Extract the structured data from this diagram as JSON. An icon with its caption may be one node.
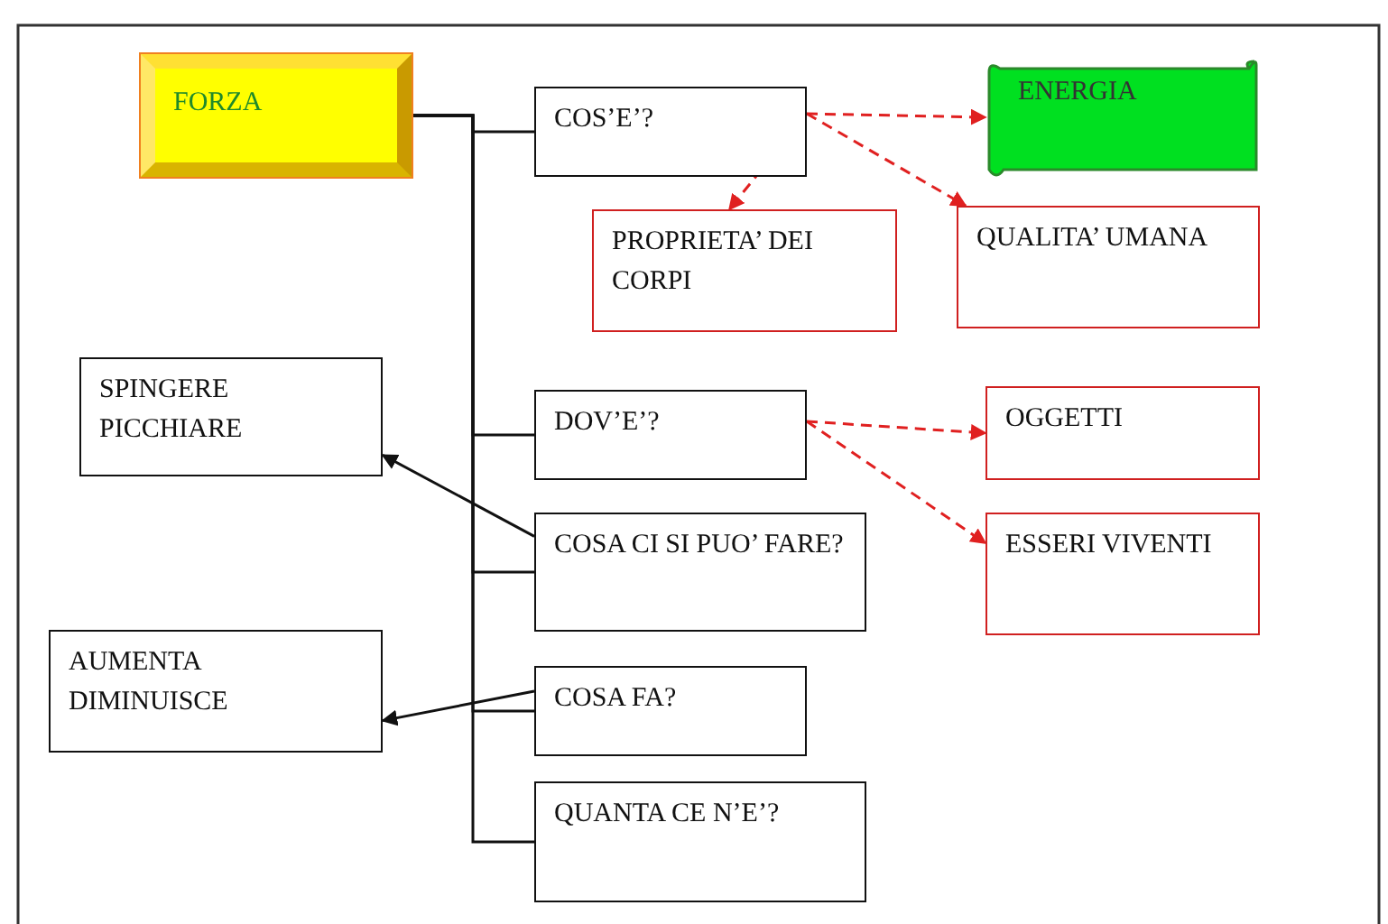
{
  "diagram": {
    "nodes": [
      {
        "text": [
          "FORZA"
        ]
      },
      {
        "text": [
          "COS’E’?"
        ]
      },
      {
        "text": [
          "ENERGIA"
        ]
      },
      {
        "text": [
          "PROPRIETA’ DEI CORPI"
        ]
      },
      {
        "text": [
          "QUALITA’ UMANA"
        ]
      },
      {
        "text": [
          "SPINGERE PICCHIARE"
        ]
      },
      {
        "text": [
          "DOV’E’?"
        ]
      },
      {
        "text": [
          "OGGETTI"
        ]
      },
      {
        "text": [
          "ESSERI VIVENTI"
        ]
      },
      {
        "text": [
          "COSA CI SI PUO’ FARE?"
        ]
      },
      {
        "text": [
          "AUMENTA DIMINUISCE"
        ]
      },
      {
        "text": [
          "COSA FA?"
        ]
      },
      {
        "text": [
          "QUANTA CE N’E’?"
        ]
      }
    ],
    "edges": [
      {
        "from": 0,
        "to": 1,
        "arrow": "none"
      },
      {
        "from": 0,
        "to": 6,
        "arrow": "none"
      },
      {
        "from": 0,
        "to": 9,
        "arrow": "none"
      },
      {
        "from": 0,
        "to": 11,
        "arrow": "none"
      },
      {
        "from": 0,
        "to": 12,
        "arrow": "none"
      },
      {
        "from": 1,
        "to": 2,
        "arrow": "to",
        "style": "dashed",
        "color": "#e02020"
      },
      {
        "from": 1,
        "to": 3,
        "arrow": "to",
        "style": "dashed",
        "color": "#e02020"
      },
      {
        "from": 1,
        "to": 4,
        "arrow": "to",
        "style": "dashed",
        "color": "#e02020"
      },
      {
        "from": 6,
        "to": 7,
        "arrow": "to",
        "style": "dashed",
        "color": "#e02020"
      },
      {
        "from": 6,
        "to": 8,
        "arrow": "to",
        "style": "dashed",
        "color": "#e02020"
      },
      {
        "from": 9,
        "to": 5,
        "arrow": "to"
      },
      {
        "from": 11,
        "to": 10,
        "arrow": "to"
      }
    ]
  }
}
